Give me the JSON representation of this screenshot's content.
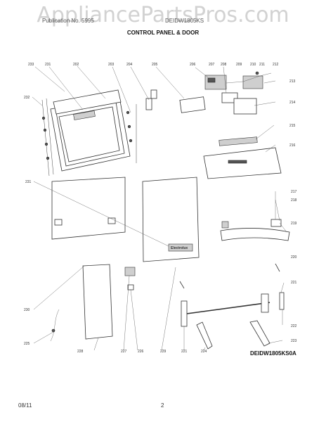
{
  "watermark": "AppliancePartsPros.com",
  "header": {
    "subtitle": "Publication No. 5995",
    "model": "DEIDW1805KS"
  },
  "title": "CONTROL PANEL & DOOR",
  "model_code": "DEIDW1805KS0A",
  "footer": {
    "date": "08/11",
    "page": "2"
  },
  "brand_plate": "Electrolux",
  "part_labels": {
    "p233": "233",
    "p231a": "231",
    "p202": "202",
    "p203": "203",
    "p204": "204",
    "p205": "205",
    "p206": "206",
    "p207": "207",
    "p208": "208",
    "p209": "209",
    "p210": "210",
    "p211": "211",
    "p212": "212",
    "p213": "213",
    "p214": "214",
    "p215": "215",
    "p216": "216",
    "p217": "217",
    "p218": "218",
    "p219": "219",
    "p232": "232",
    "p231b": "231",
    "p220": "220",
    "p221a": "221",
    "p222": "222",
    "p223": "223",
    "p230": "230",
    "p225a": "225",
    "p228": "228",
    "p227": "227",
    "p226": "226",
    "p229": "229",
    "p221b": "221",
    "p224": "224"
  }
}
